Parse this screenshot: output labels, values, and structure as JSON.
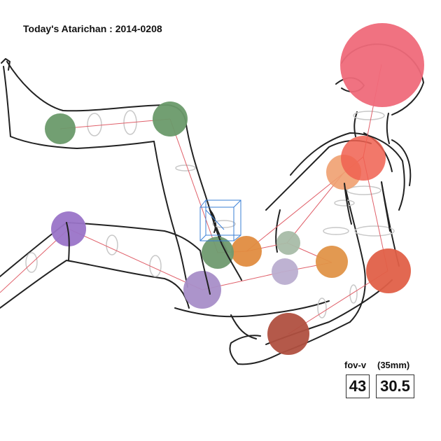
{
  "title": "Today's Atarichan : 2014-0208",
  "hud": {
    "fov_label": "fov-v",
    "lens_label": "(35mm)",
    "fov_value": "43",
    "lens_value": "30.5"
  },
  "colors": {
    "background": "#ffffff",
    "sketch_line": "#222222",
    "guide_line": "#c8c8c8",
    "skeleton_line": "#e0606a",
    "gizmo": "#3a7fd6"
  },
  "joints": [
    {
      "name": "head",
      "color": "#ef6a7a"
    },
    {
      "name": "neck",
      "color": "#f06050"
    },
    {
      "name": "shoulder-left",
      "color": "#f0a070"
    },
    {
      "name": "elbow-right",
      "color": "#e06048"
    },
    {
      "name": "hand-right",
      "color": "#b05040"
    },
    {
      "name": "elbow-left",
      "color": "#e09448"
    },
    {
      "name": "spine",
      "color": "#a8bca8"
    },
    {
      "name": "pelvis-right",
      "color": "#bbaed0"
    },
    {
      "name": "pelvis-center",
      "color": "#e08c40"
    },
    {
      "name": "hip-left",
      "color": "#6f9a6f"
    },
    {
      "name": "knee-raised",
      "color": "#6a9a6a"
    },
    {
      "name": "foot-raised",
      "color": "#6a9a6a"
    },
    {
      "name": "hip-front",
      "color": "#a88ec8"
    },
    {
      "name": "knee-lowered",
      "color": "#9a74c8"
    }
  ]
}
